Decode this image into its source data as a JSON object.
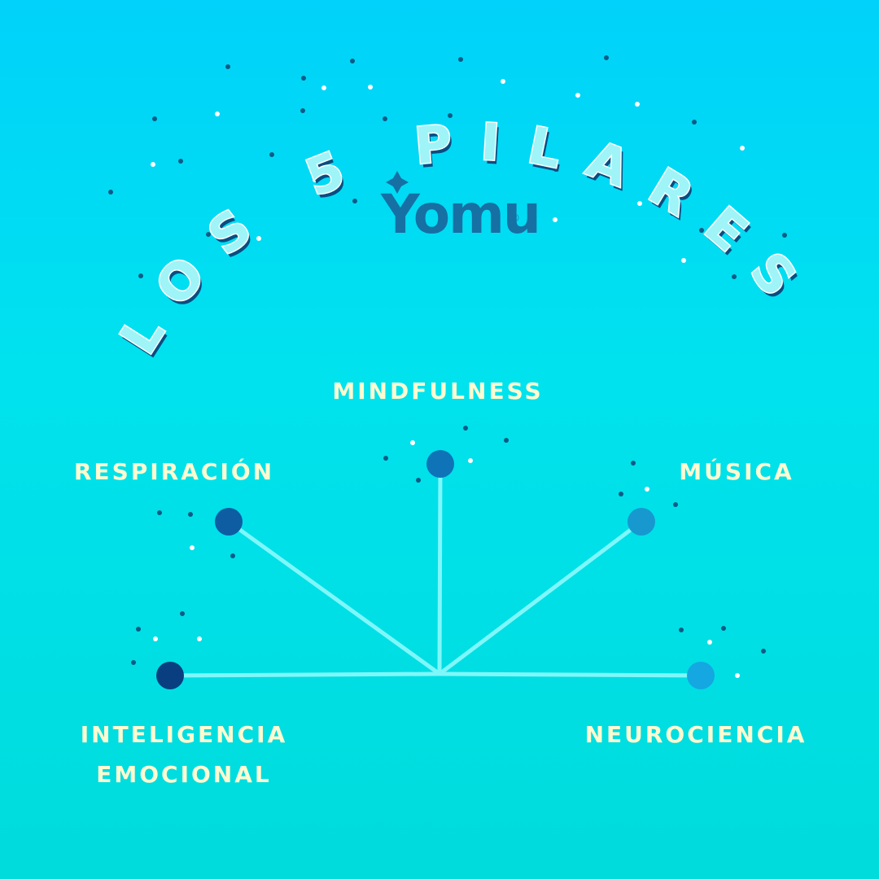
{
  "title": "LOS 5 PILARES",
  "logo": {
    "text": "Yomu",
    "mark": "®",
    "icon": "sparkle-icon"
  },
  "pillars": [
    {
      "id": "mindfulness",
      "label": "MINDFULNESS"
    },
    {
      "id": "respiracion",
      "label": "RESPIRACIÓN"
    },
    {
      "id": "musica",
      "label": "MÚSICA"
    },
    {
      "id": "inteligencia",
      "label_line1": "INTELIGENCIA",
      "label_line2": "EMOCIONAL"
    },
    {
      "id": "neurociencia",
      "label": "NEUROCIENCIA"
    }
  ],
  "colors": {
    "background_top": "#00d2fb",
    "background_bottom": "#00dcdc",
    "title_fill": "#9ff4f8",
    "title_outline": "#ffffff",
    "title_shadow": "#0b4d80",
    "logo": "#1670a3",
    "label": "#fdfbd0",
    "line": "#7ff7fa",
    "node_mindfulness": "#0f74b7",
    "node_respiracion": "#0e5da3",
    "node_musica": "#1799cf",
    "node_inteligencia": "#093f80",
    "node_neurociencia": "#14a7e2",
    "dot_dark": "#0b5b85",
    "dot_light": "#ffffff"
  }
}
